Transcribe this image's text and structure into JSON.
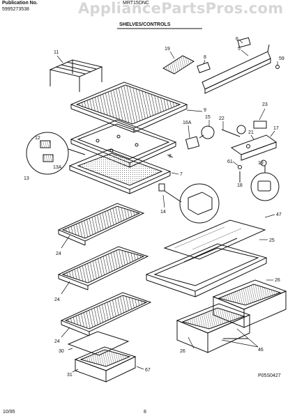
{
  "header": {
    "publication_label": "Publication No.",
    "publication_number": "5995273538",
    "model": "MRT15DNC",
    "section_title": "SHELVES/CONTROLS"
  },
  "watermark": "AppliancePartsPros.com",
  "callouts": [
    {
      "id": "c-11",
      "text": "11"
    },
    {
      "id": "c-19",
      "text": "19"
    },
    {
      "id": "c-8",
      "text": "8"
    },
    {
      "id": "c-6",
      "text": "6"
    },
    {
      "id": "c-5",
      "text": "5"
    },
    {
      "id": "c-59",
      "text": "59"
    },
    {
      "id": "c-9",
      "text": "9"
    },
    {
      "id": "c-23",
      "text": "23"
    },
    {
      "id": "c-22",
      "text": "22"
    },
    {
      "id": "c-15",
      "text": "15"
    },
    {
      "id": "c-16a",
      "text": "16A"
    },
    {
      "id": "c-21",
      "text": "21"
    },
    {
      "id": "c-17",
      "text": "17"
    },
    {
      "id": "c-12",
      "text": "12"
    },
    {
      "id": "c-13a",
      "text": "13A"
    },
    {
      "id": "c-13",
      "text": "13"
    },
    {
      "id": "c-8b",
      "text": "8"
    },
    {
      "id": "c-7",
      "text": "7"
    },
    {
      "id": "c-61",
      "text": "61"
    },
    {
      "id": "c-19b",
      "text": "19"
    },
    {
      "id": "c-18",
      "text": "18"
    },
    {
      "id": "c-14",
      "text": "14"
    },
    {
      "id": "c-47",
      "text": "47"
    },
    {
      "id": "c-25",
      "text": "25"
    },
    {
      "id": "c-24a",
      "text": "24"
    },
    {
      "id": "c-24b",
      "text": "24"
    },
    {
      "id": "c-26a",
      "text": "26"
    },
    {
      "id": "c-24c",
      "text": "24"
    },
    {
      "id": "c-30",
      "text": "30"
    },
    {
      "id": "c-26b",
      "text": "26"
    },
    {
      "id": "c-46",
      "text": "46"
    },
    {
      "id": "c-31",
      "text": "31"
    },
    {
      "id": "c-67",
      "text": "67"
    }
  ],
  "footer": {
    "drawing_code": "P05S0427",
    "date": "10/95",
    "page": "8"
  }
}
